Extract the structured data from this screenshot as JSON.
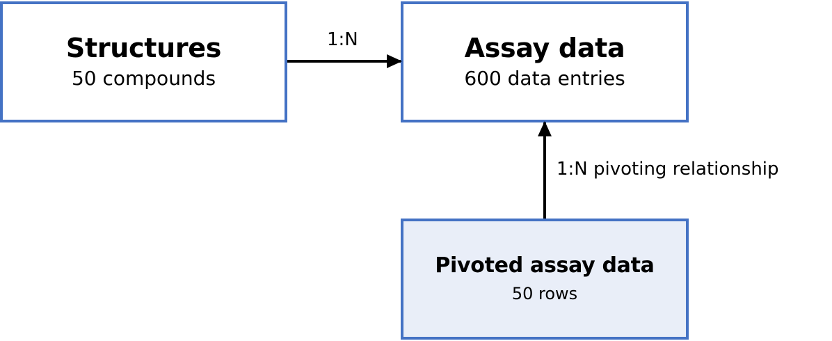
{
  "nodes": {
    "structures": {
      "title": "Structures",
      "subtitle": "50 compounds"
    },
    "assay": {
      "title": "Assay data",
      "subtitle": "600 data entries"
    },
    "pivoted": {
      "title": "Pivoted assay data",
      "subtitle": "50 rows"
    }
  },
  "edges": {
    "structures_to_assay": {
      "label": "1:N"
    },
    "pivoted_to_assay": {
      "label": "1:N pivoting relationship"
    }
  },
  "colors": {
    "border": "#4472c4",
    "pivoted_fill": "#e9eef8",
    "arrow": "#000000"
  }
}
